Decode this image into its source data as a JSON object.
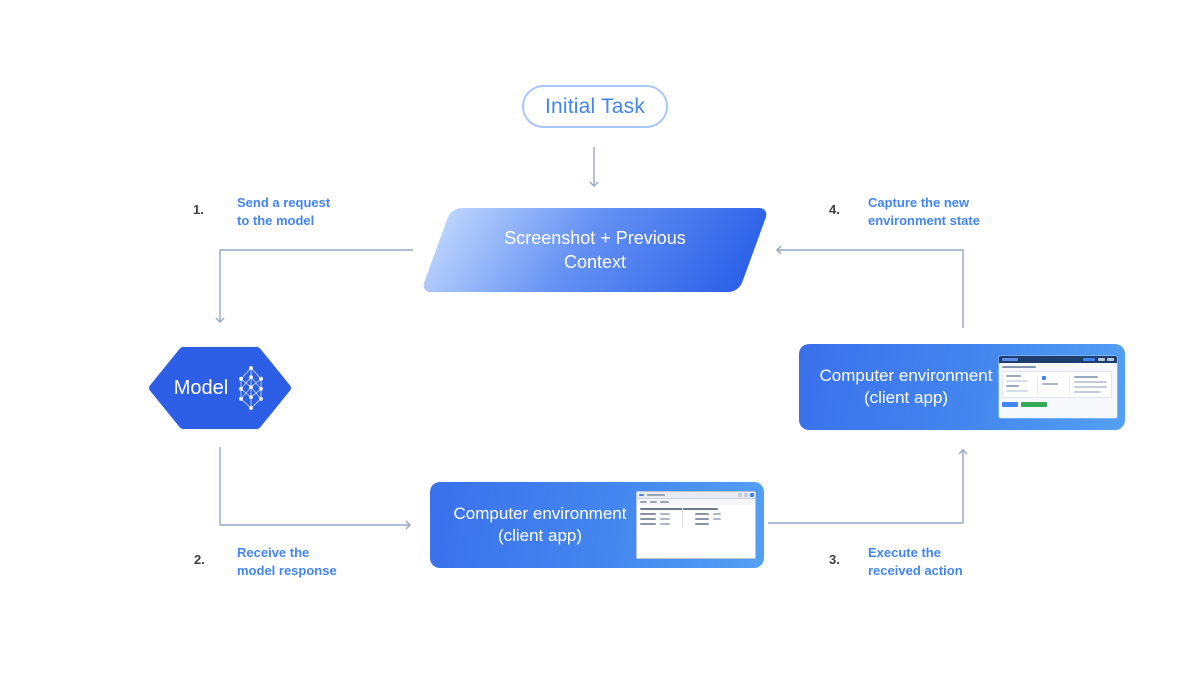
{
  "diagram": {
    "nodes": {
      "initial_task": {
        "label": "Initial Task"
      },
      "context": {
        "label": "Screenshot + Previous Context"
      },
      "model": {
        "label": "Model"
      },
      "env_right": {
        "label": "Computer environment (client app)"
      },
      "env_bottom": {
        "label": "Computer environment (client app)"
      }
    },
    "steps": [
      {
        "number": "1.",
        "label": "Send a request to the model"
      },
      {
        "number": "2.",
        "label": "Receive the model response"
      },
      {
        "number": "3.",
        "label": "Execute the received action"
      },
      {
        "number": "4.",
        "label": "Capture the new environment state"
      }
    ],
    "colors": {
      "accent_blue": "#4285f4",
      "node_blue": "#2c5fe5",
      "box_gradient_start": "#3a70ec",
      "box_gradient_end": "#54a0f3",
      "pill_border": "#a8c7fa",
      "connector": "#96a7c9",
      "thumbnail_green": "#34a853",
      "thumbnail_navy": "#1e3f6d"
    }
  }
}
